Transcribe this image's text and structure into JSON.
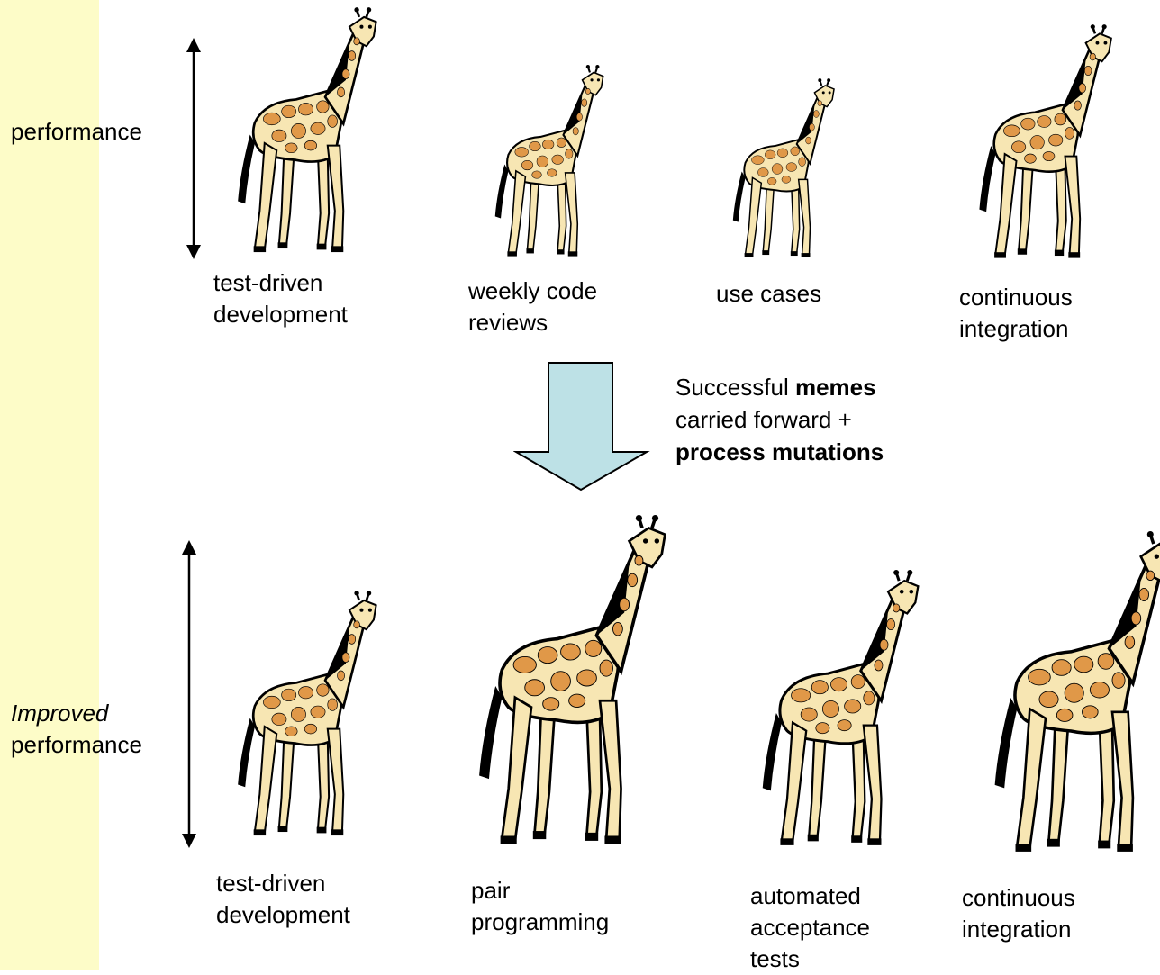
{
  "colors": {
    "stripe": "#fdfcc8",
    "transition_arrow_fill": "#bde1e6",
    "giraffe_body": "#f7e6b3",
    "giraffe_spots": "#e09848",
    "giraffe_outline": "#000000"
  },
  "top_row": {
    "axis_label": "performance",
    "giraffes": [
      {
        "icon": "giraffe-icon",
        "caption": [
          "test-driven",
          "development"
        ],
        "relative_height": 0.95
      },
      {
        "icon": "giraffe-icon",
        "caption": [
          "weekly code",
          "reviews"
        ],
        "relative_height": 0.74
      },
      {
        "icon": "giraffe-icon",
        "caption": [
          "use cases"
        ],
        "relative_height": 0.69
      },
      {
        "icon": "giraffe-icon",
        "caption": [
          "continuous",
          "integration"
        ],
        "relative_height": 0.9
      }
    ]
  },
  "transition": {
    "icon": "down-arrow-icon",
    "text": {
      "line1_prefix": "Successful ",
      "line1_bold": "memes",
      "line2": "carried forward +",
      "line3_bold": "process mutations"
    }
  },
  "bottom_row": {
    "axis_label_italic": "Improved",
    "axis_label": "performance",
    "giraffes": [
      {
        "icon": "giraffe-icon",
        "caption": [
          "test-driven",
          "development"
        ],
        "relative_height": 0.95
      },
      {
        "icon": "giraffe-icon",
        "caption": [
          "pair",
          "programming"
        ],
        "relative_height": 1.29
      },
      {
        "icon": "giraffe-icon",
        "caption": [
          "automated",
          "acceptance",
          "tests"
        ],
        "relative_height": 1.0
      },
      {
        "icon": "giraffe-icon",
        "caption": [
          "continuous",
          "integration"
        ],
        "relative_height": 1.27
      }
    ]
  }
}
